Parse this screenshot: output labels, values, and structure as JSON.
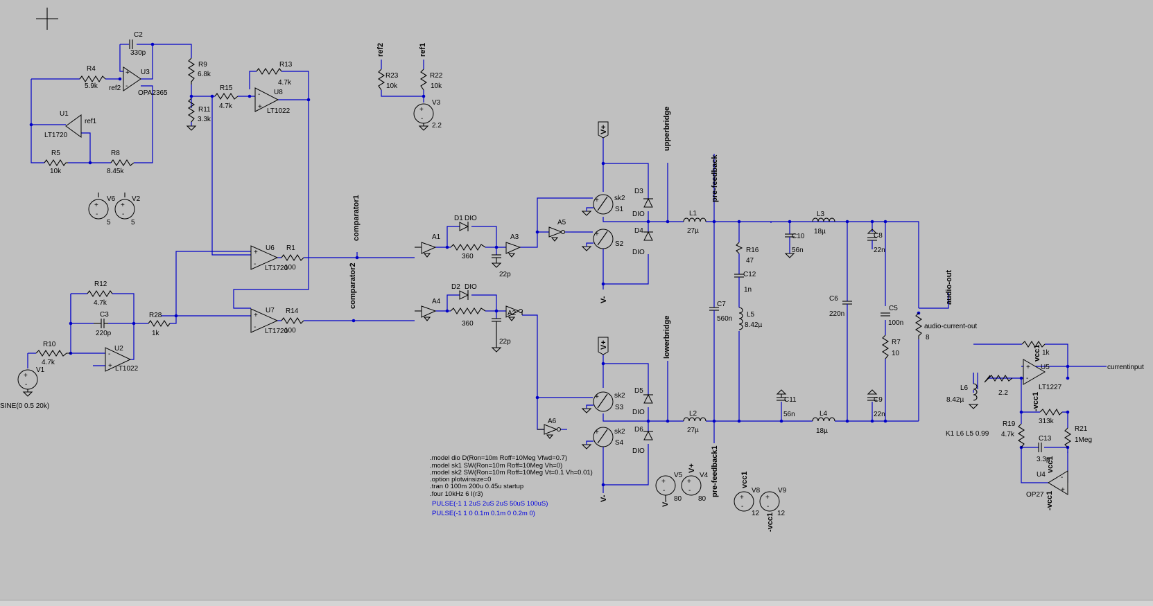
{
  "components": {
    "C2": {
      "name": "C2",
      "value": "330p"
    },
    "R4": {
      "name": "R4",
      "value": "5.9k"
    },
    "U3": {
      "name": "U3",
      "model": "OPA2365",
      "net": "ref2"
    },
    "R9": {
      "name": "R9",
      "value": "6.8k"
    },
    "R11": {
      "name": "R11",
      "value": "3.3k"
    },
    "R15": {
      "name": "R15",
      "value": "4.7k"
    },
    "R13": {
      "name": "R13",
      "value": "4.7k"
    },
    "U8": {
      "name": "U8",
      "model": "LT1022"
    },
    "U1": {
      "name": "U1",
      "model": "LT1720",
      "net": "ref1"
    },
    "R5": {
      "name": "R5",
      "value": "10k"
    },
    "R8": {
      "name": "R8",
      "value": "8.45k"
    },
    "V6": {
      "name": "V6",
      "value": "5"
    },
    "V2": {
      "name": "V2",
      "value": "5"
    },
    "R23": {
      "name": "R23",
      "value": "10k"
    },
    "R22": {
      "name": "R22",
      "value": "10k"
    },
    "V3": {
      "name": "V3",
      "value": "2.2"
    },
    "U6": {
      "name": "U6",
      "model": "LT1720"
    },
    "R1": {
      "name": "R1",
      "value": "100"
    },
    "U7": {
      "name": "U7",
      "model": "LT1720"
    },
    "R14": {
      "name": "R14",
      "value": "100"
    },
    "R12": {
      "name": "R12",
      "value": "4.7k"
    },
    "C3": {
      "name": "C3",
      "value": "220p"
    },
    "U2": {
      "name": "U2",
      "model": "LT1022"
    },
    "R28": {
      "name": "R28",
      "value": "1k"
    },
    "R10": {
      "name": "R10",
      "value": "4.7k"
    },
    "V1": {
      "name": "V1",
      "value": "SINE(0 0.5 20k)"
    },
    "D1": {
      "name": "D1",
      "model": "DIO"
    },
    "D1R": {
      "value": "360"
    },
    "A1": {
      "name": "A1"
    },
    "A3": {
      "name": "A3"
    },
    "A5": {
      "name": "A5"
    },
    "C_A3": {
      "value": "22p"
    },
    "D2": {
      "name": "D2",
      "model": "DIO"
    },
    "D2R": {
      "value": "360"
    },
    "A4": {
      "name": "A4"
    },
    "A2": {
      "name": "A2"
    },
    "C_A2": {
      "value": "22p"
    },
    "A6": {
      "name": "A6"
    },
    "S1": {
      "name": "S1",
      "model": "sk2"
    },
    "S2": {
      "name": "S2",
      "model": "sk2"
    },
    "S3": {
      "name": "S3",
      "model": "sk2"
    },
    "S4": {
      "name": "S4",
      "model": "sk2"
    },
    "D3": {
      "name": "D3",
      "model": "DIO"
    },
    "D4": {
      "name": "D4",
      "model": "DIO"
    },
    "D5": {
      "name": "D5",
      "model": "DIO"
    },
    "D6": {
      "name": "D6",
      "model": "DIO"
    },
    "L1": {
      "name": "L1",
      "value": "27µ"
    },
    "L2": {
      "name": "L2",
      "value": "27µ"
    },
    "L3": {
      "name": "L3",
      "value": "18µ"
    },
    "L4": {
      "name": "L4",
      "value": "18µ"
    },
    "R16": {
      "name": "R16",
      "value": "47"
    },
    "C12": {
      "name": "C12",
      "value": "1n"
    },
    "L5": {
      "name": "L5",
      "value": "8.42µ"
    },
    "C7": {
      "name": "C7",
      "value": "560n"
    },
    "C10": {
      "name": "C10",
      "value": "56n"
    },
    "C11": {
      "name": "C11",
      "value": "56n"
    },
    "C6": {
      "name": "C6",
      "value": "220n"
    },
    "C8": {
      "name": "C8",
      "value": "22n"
    },
    "C9": {
      "name": "C9",
      "value": "22n"
    },
    "C5": {
      "name": "C5",
      "value": "100n"
    },
    "R7": {
      "name": "R7",
      "value": "10"
    },
    "Rload": {
      "name": "audio-current-out",
      "value": "8"
    },
    "V5": {
      "name": "V5",
      "value": "80"
    },
    "V4": {
      "name": "V4",
      "value": "80"
    },
    "V8": {
      "name": "V8",
      "value": "12"
    },
    "V9": {
      "name": "V9",
      "value": "12"
    },
    "L6": {
      "name": "L6",
      "value": "8.42µ"
    },
    "R_L6": {
      "value": "2.2"
    },
    "U5": {
      "name": "U5",
      "model": "LT1227"
    },
    "R_fb": {
      "value": "1k"
    },
    "R_313": {
      "value": "313k"
    },
    "R19": {
      "name": "R19",
      "value": "4.7k"
    },
    "R21": {
      "name": "R21",
      "value": "1Meg"
    },
    "C13": {
      "name": "C13",
      "value": "3.3µ"
    },
    "U4": {
      "name": "U4",
      "model": "OP27"
    }
  },
  "nets": {
    "ref1": "ref1",
    "ref2": "ref2",
    "comparator1": "comparator1",
    "comparator2": "comparator2",
    "upperbridge": "upperbridge",
    "lowerbridge": "lowerbridge",
    "pre_feedback": "pre-feedback",
    "pre_feedback1": "pre-feedback1",
    "audio_out": "audio-out",
    "currentinput": "currentinput",
    "vplus": "V+",
    "vminus": "V-",
    "vcc1": "vcc1",
    "vcc1_neg": "-vcc1",
    "vcc1_pos": "vcc1"
  },
  "coupling": "K1 L6 L5 0.99",
  "directives": [
    ".model dio D(Ron=10m Roff=10Meg Vfwd=0.7)",
    ".model sk1 SW(Ron=10m Roff=10Meg Vh=0)",
    ".model sk2 SW(Ron=10m Roff=10Meg Vt=0.1 Vh=0.01)",
    ".option plotwinsize=0",
    ".tran 0 100m 200u 0.45u startup",
    ".four 10kHz 6  I(r3)"
  ],
  "pulse_sources": [
    "PULSE(-1 1 2uS 2uS 2uS 50uS 100uS)",
    "PULSE(-1 1 0 0.1m 0.1m 0 0.2m 0)"
  ],
  "colors": {
    "wire": "#0000c8",
    "background": "#c0c0c0",
    "text": "#000000",
    "pulse_text": "#0000e0"
  }
}
